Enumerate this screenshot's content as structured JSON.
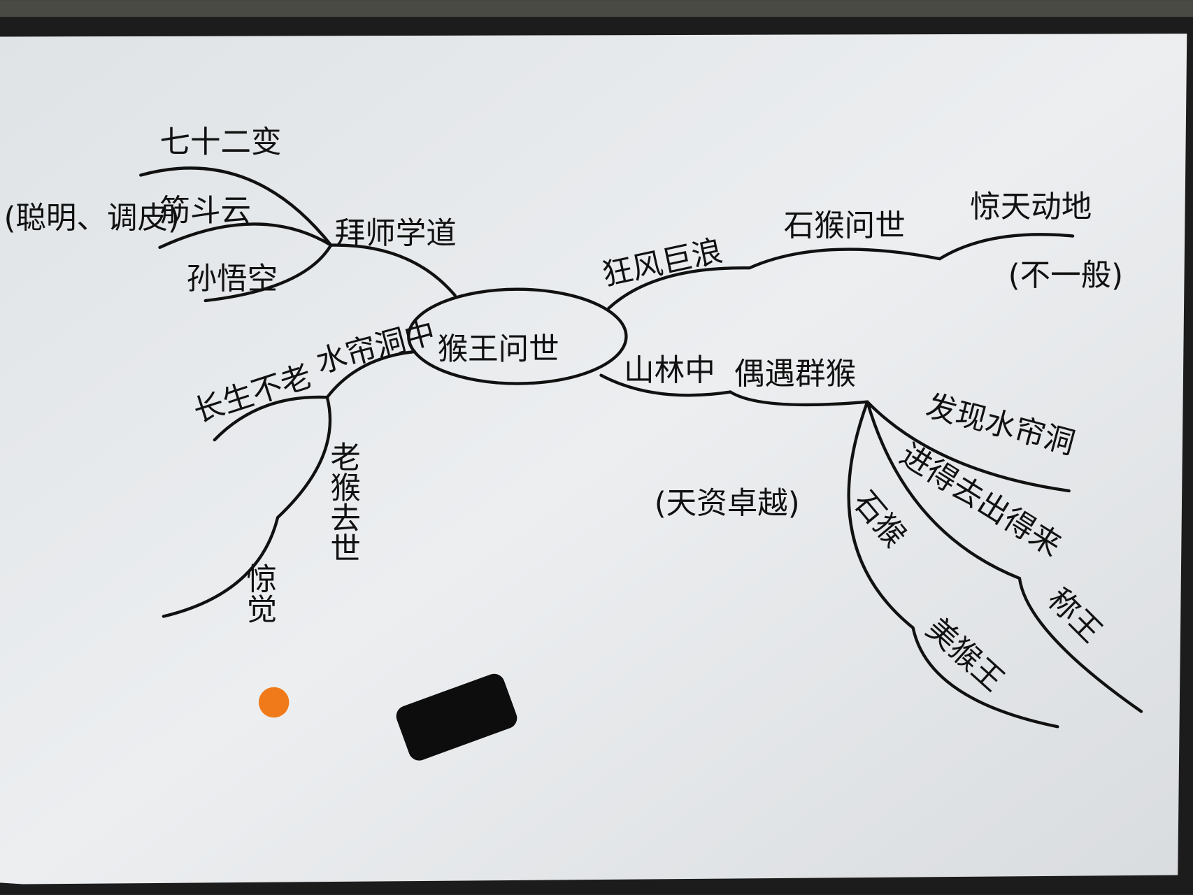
{
  "mindmap": {
    "center": "猴王问世",
    "branches": {
      "learn": {
        "label": "拜师学道",
        "children": [
          "七十二变",
          "筋斗云",
          "孙悟空"
        ],
        "note": "(聪明、调皮)"
      },
      "cave": {
        "label": "水帘洞中",
        "children": [
          "长生不老",
          "老猴去世",
          "惊觉"
        ]
      },
      "birth": {
        "label": "狂风巨浪",
        "next": "石猴问世",
        "next2": "惊天动地",
        "note": "(不一般)"
      },
      "forest": {
        "label": "山林中",
        "next": "偶遇群猴",
        "children": [
          "发现水帘洞",
          "进得去出得来",
          "石猴",
          "称王",
          "美猴王"
        ]
      }
    },
    "note_center": "(天资卓越)"
  },
  "colors": {
    "board": "#e9ecee",
    "frame": "#1c1c1c",
    "ink": "#111111",
    "magnet": "#f07a1a",
    "eraser": "#0d0d0d"
  }
}
